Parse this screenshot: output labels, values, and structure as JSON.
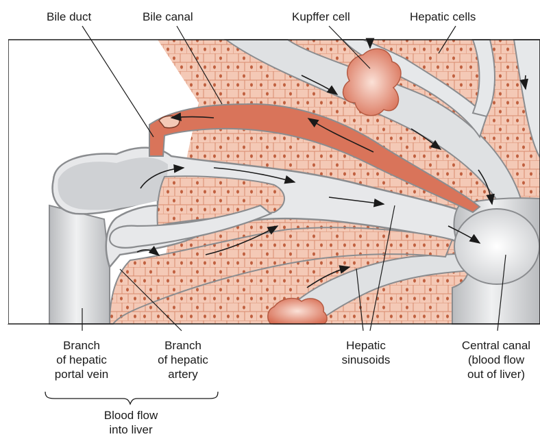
{
  "labels": {
    "bile_duct": "Bile duct",
    "bile_canal": "Bile canal",
    "kupffer_cell": "Kupffer cell",
    "hepatic_cells": "Hepatic cells",
    "portal_vein": [
      "Branch",
      "of hepatic",
      "portal vein"
    ],
    "hepatic_artery": [
      "Branch",
      "of hepatic",
      "artery"
    ],
    "sinusoids": [
      "Hepatic",
      "sinusoids"
    ],
    "central_canal": [
      "Central canal",
      "(blood flow",
      "out of liver)"
    ],
    "blood_flow_in": [
      "Blood flow",
      "into liver"
    ]
  },
  "colors": {
    "tissue": "#f4c9b6",
    "tissue_line": "#d98a6e",
    "cell_dot": "#c0603f",
    "duct": "#d9745a",
    "vessel": "#d6d8da",
    "vessel_light": "#f2f3f4",
    "vessel_edge": "#8a8c8f",
    "kupffer": "#e27f68"
  }
}
